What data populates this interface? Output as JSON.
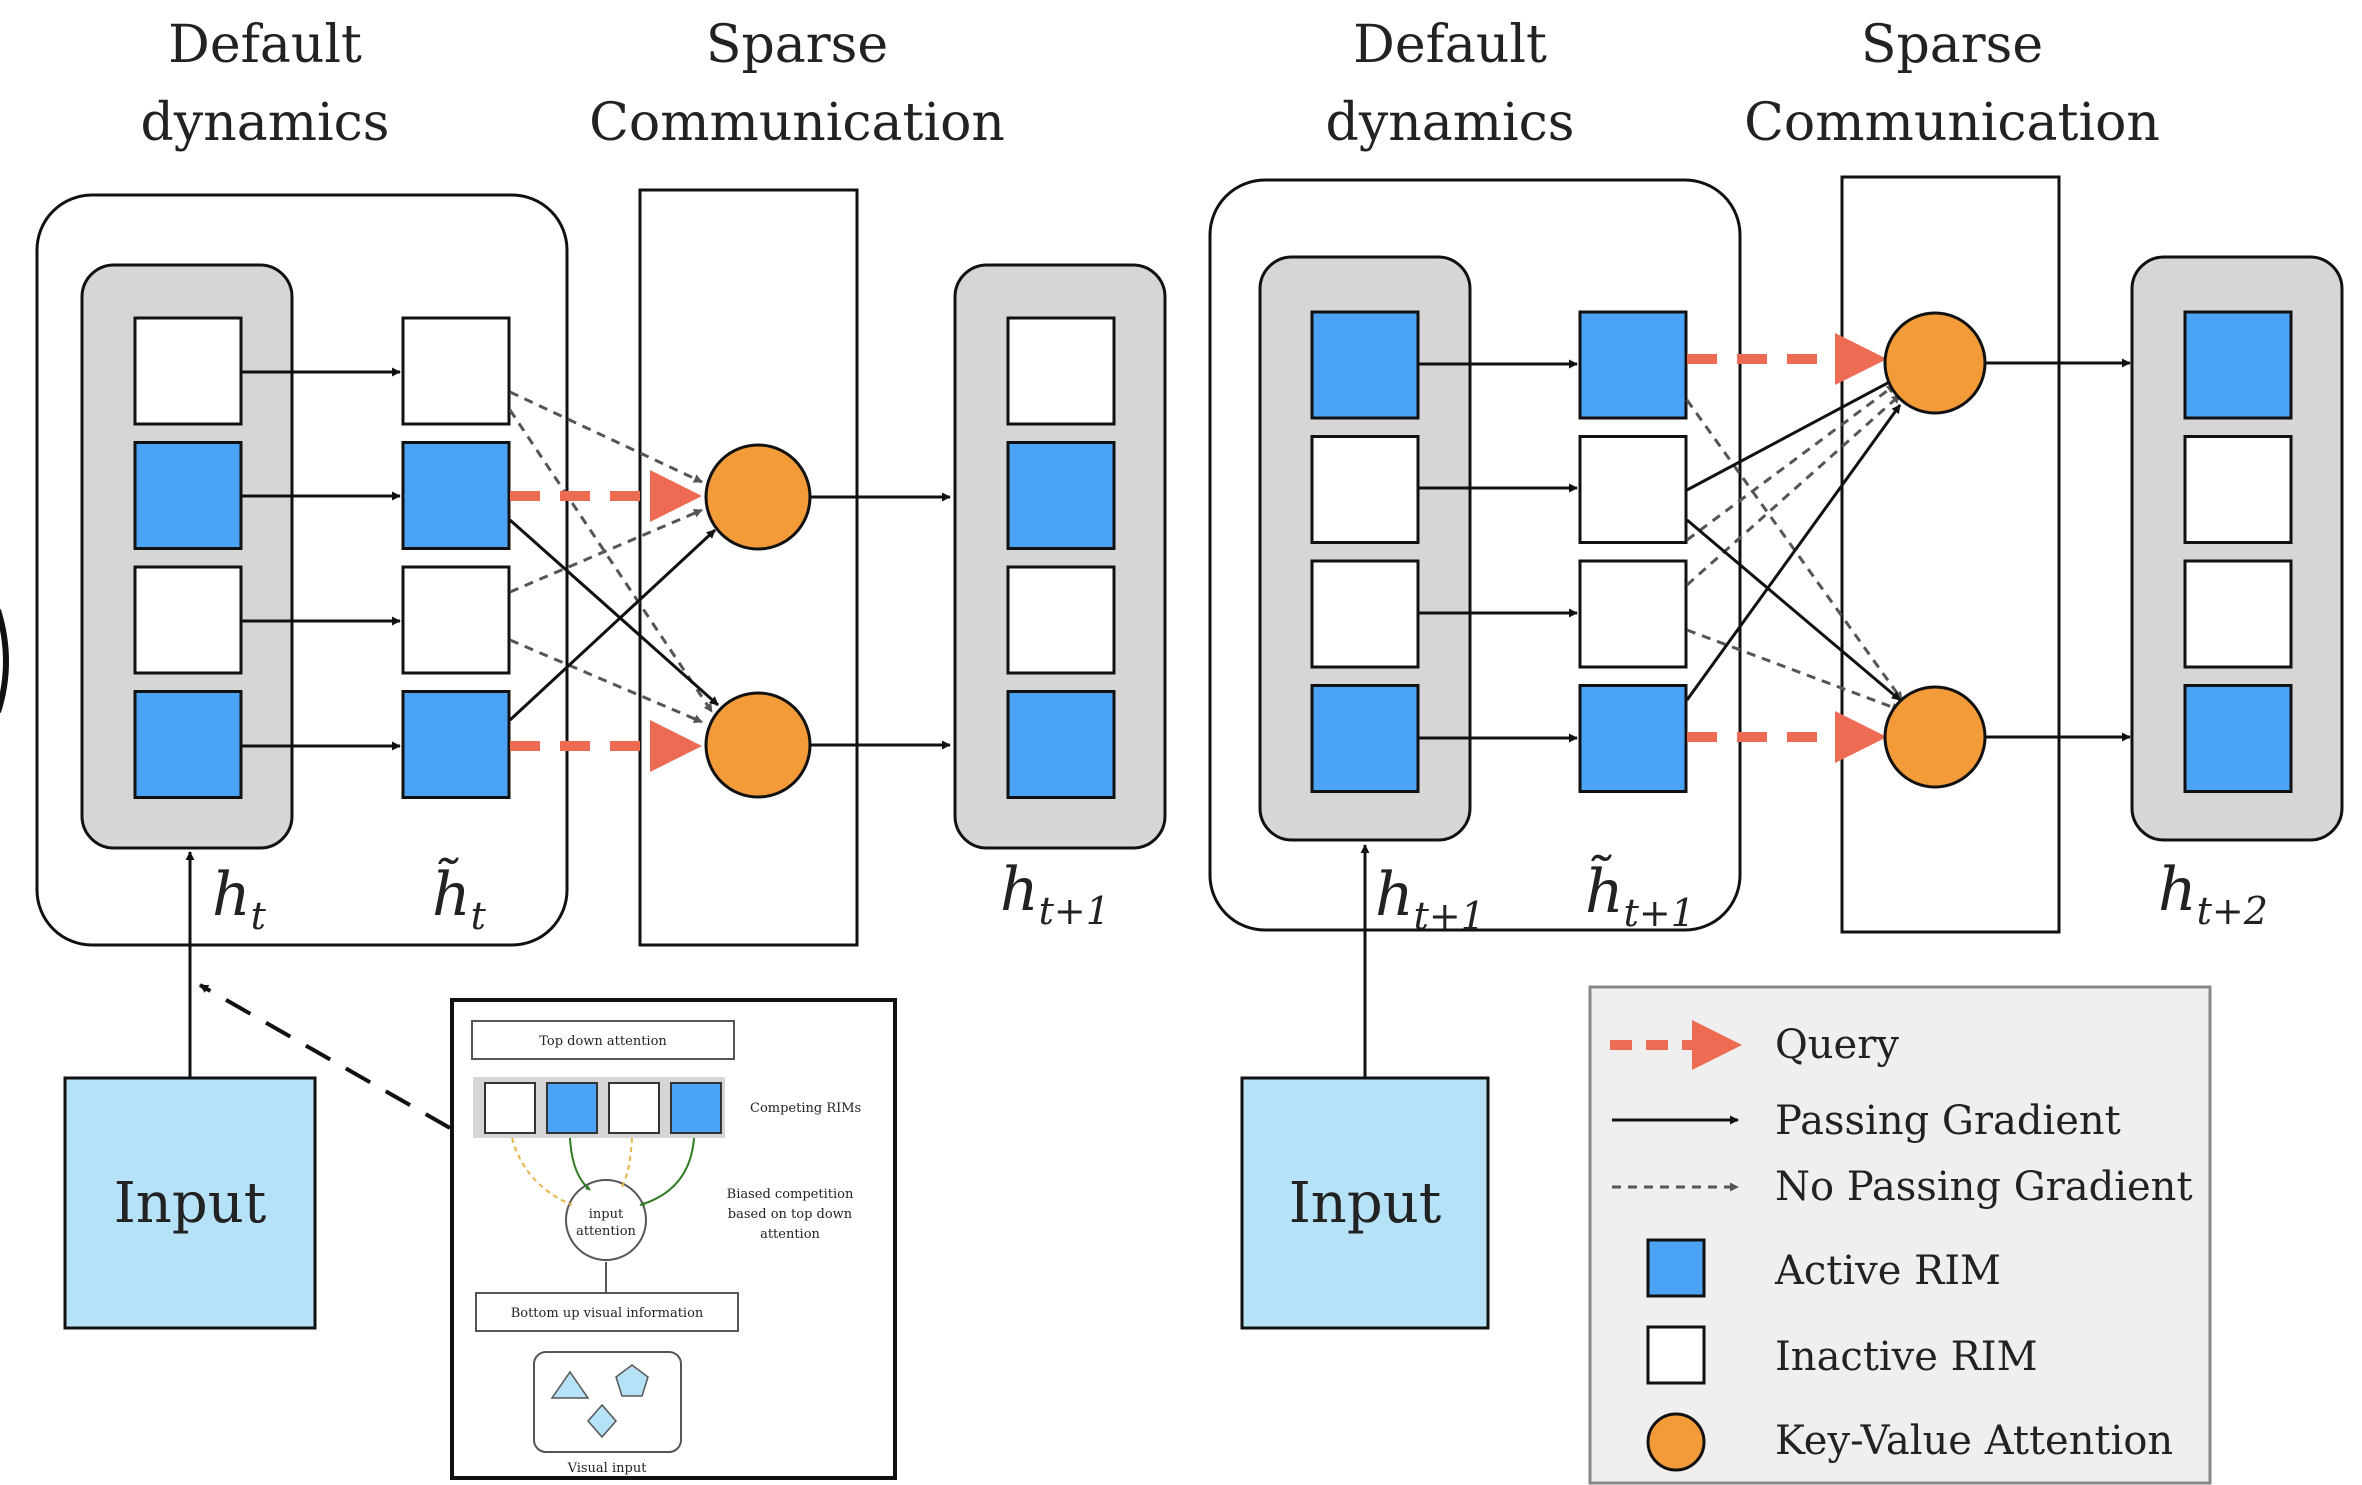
{
  "headers": {
    "default_1": [
      "Default",
      "dynamics"
    ],
    "sparse_1": [
      "Sparse",
      "Communication"
    ],
    "default_2": [
      "Default",
      "dynamics"
    ],
    "sparse_2": [
      "Sparse",
      "Communication"
    ]
  },
  "state_labels": {
    "h_t": {
      "base": "h",
      "sub": "t"
    },
    "h_t_tilde": {
      "base": "h̃",
      "sub": "t"
    },
    "h_t1": {
      "base": "h",
      "sub": "t+1"
    },
    "h_t1_b": {
      "base": "h",
      "sub": "t+1"
    },
    "h_t1_tilde": {
      "base": "h̃",
      "sub": "t+1"
    },
    "h_t2": {
      "base": "h",
      "sub": "t+2"
    }
  },
  "inputs": {
    "left": "Input",
    "right": "Input"
  },
  "rim_states": {
    "h_t": [
      false,
      true,
      false,
      true
    ],
    "h_t_tilde": [
      false,
      true,
      false,
      true
    ],
    "h_t1": [
      false,
      true,
      false,
      true
    ],
    "h_t1_b": [
      true,
      false,
      false,
      true
    ],
    "h_t1_tilde": [
      true,
      false,
      false,
      true
    ],
    "h_t2": [
      true,
      false,
      false,
      true
    ]
  },
  "inset": {
    "top": "Top down attention",
    "competing": "Competing RIMs",
    "node": [
      "input",
      "attention"
    ],
    "biased": [
      "Biased competition",
      "based on top down",
      "attention"
    ],
    "bottom": "Bottom up visual information",
    "visual": "Visual input",
    "rims": [
      false,
      true,
      false,
      true
    ]
  },
  "legend": {
    "query": "Query",
    "passing": "Passing Gradient",
    "no_passing": "No Passing Gradient",
    "active": "Active RIM",
    "inactive": "Inactive RIM",
    "kv": "Key-Value Attention"
  },
  "colors": {
    "active": "#4aa3f5",
    "inactive": "#ffffff",
    "attention": "#f29b38",
    "query": "#ec6b52",
    "group": "#d6d6d6",
    "input": "#b5e2f7",
    "legend_bg": "#efefef"
  }
}
